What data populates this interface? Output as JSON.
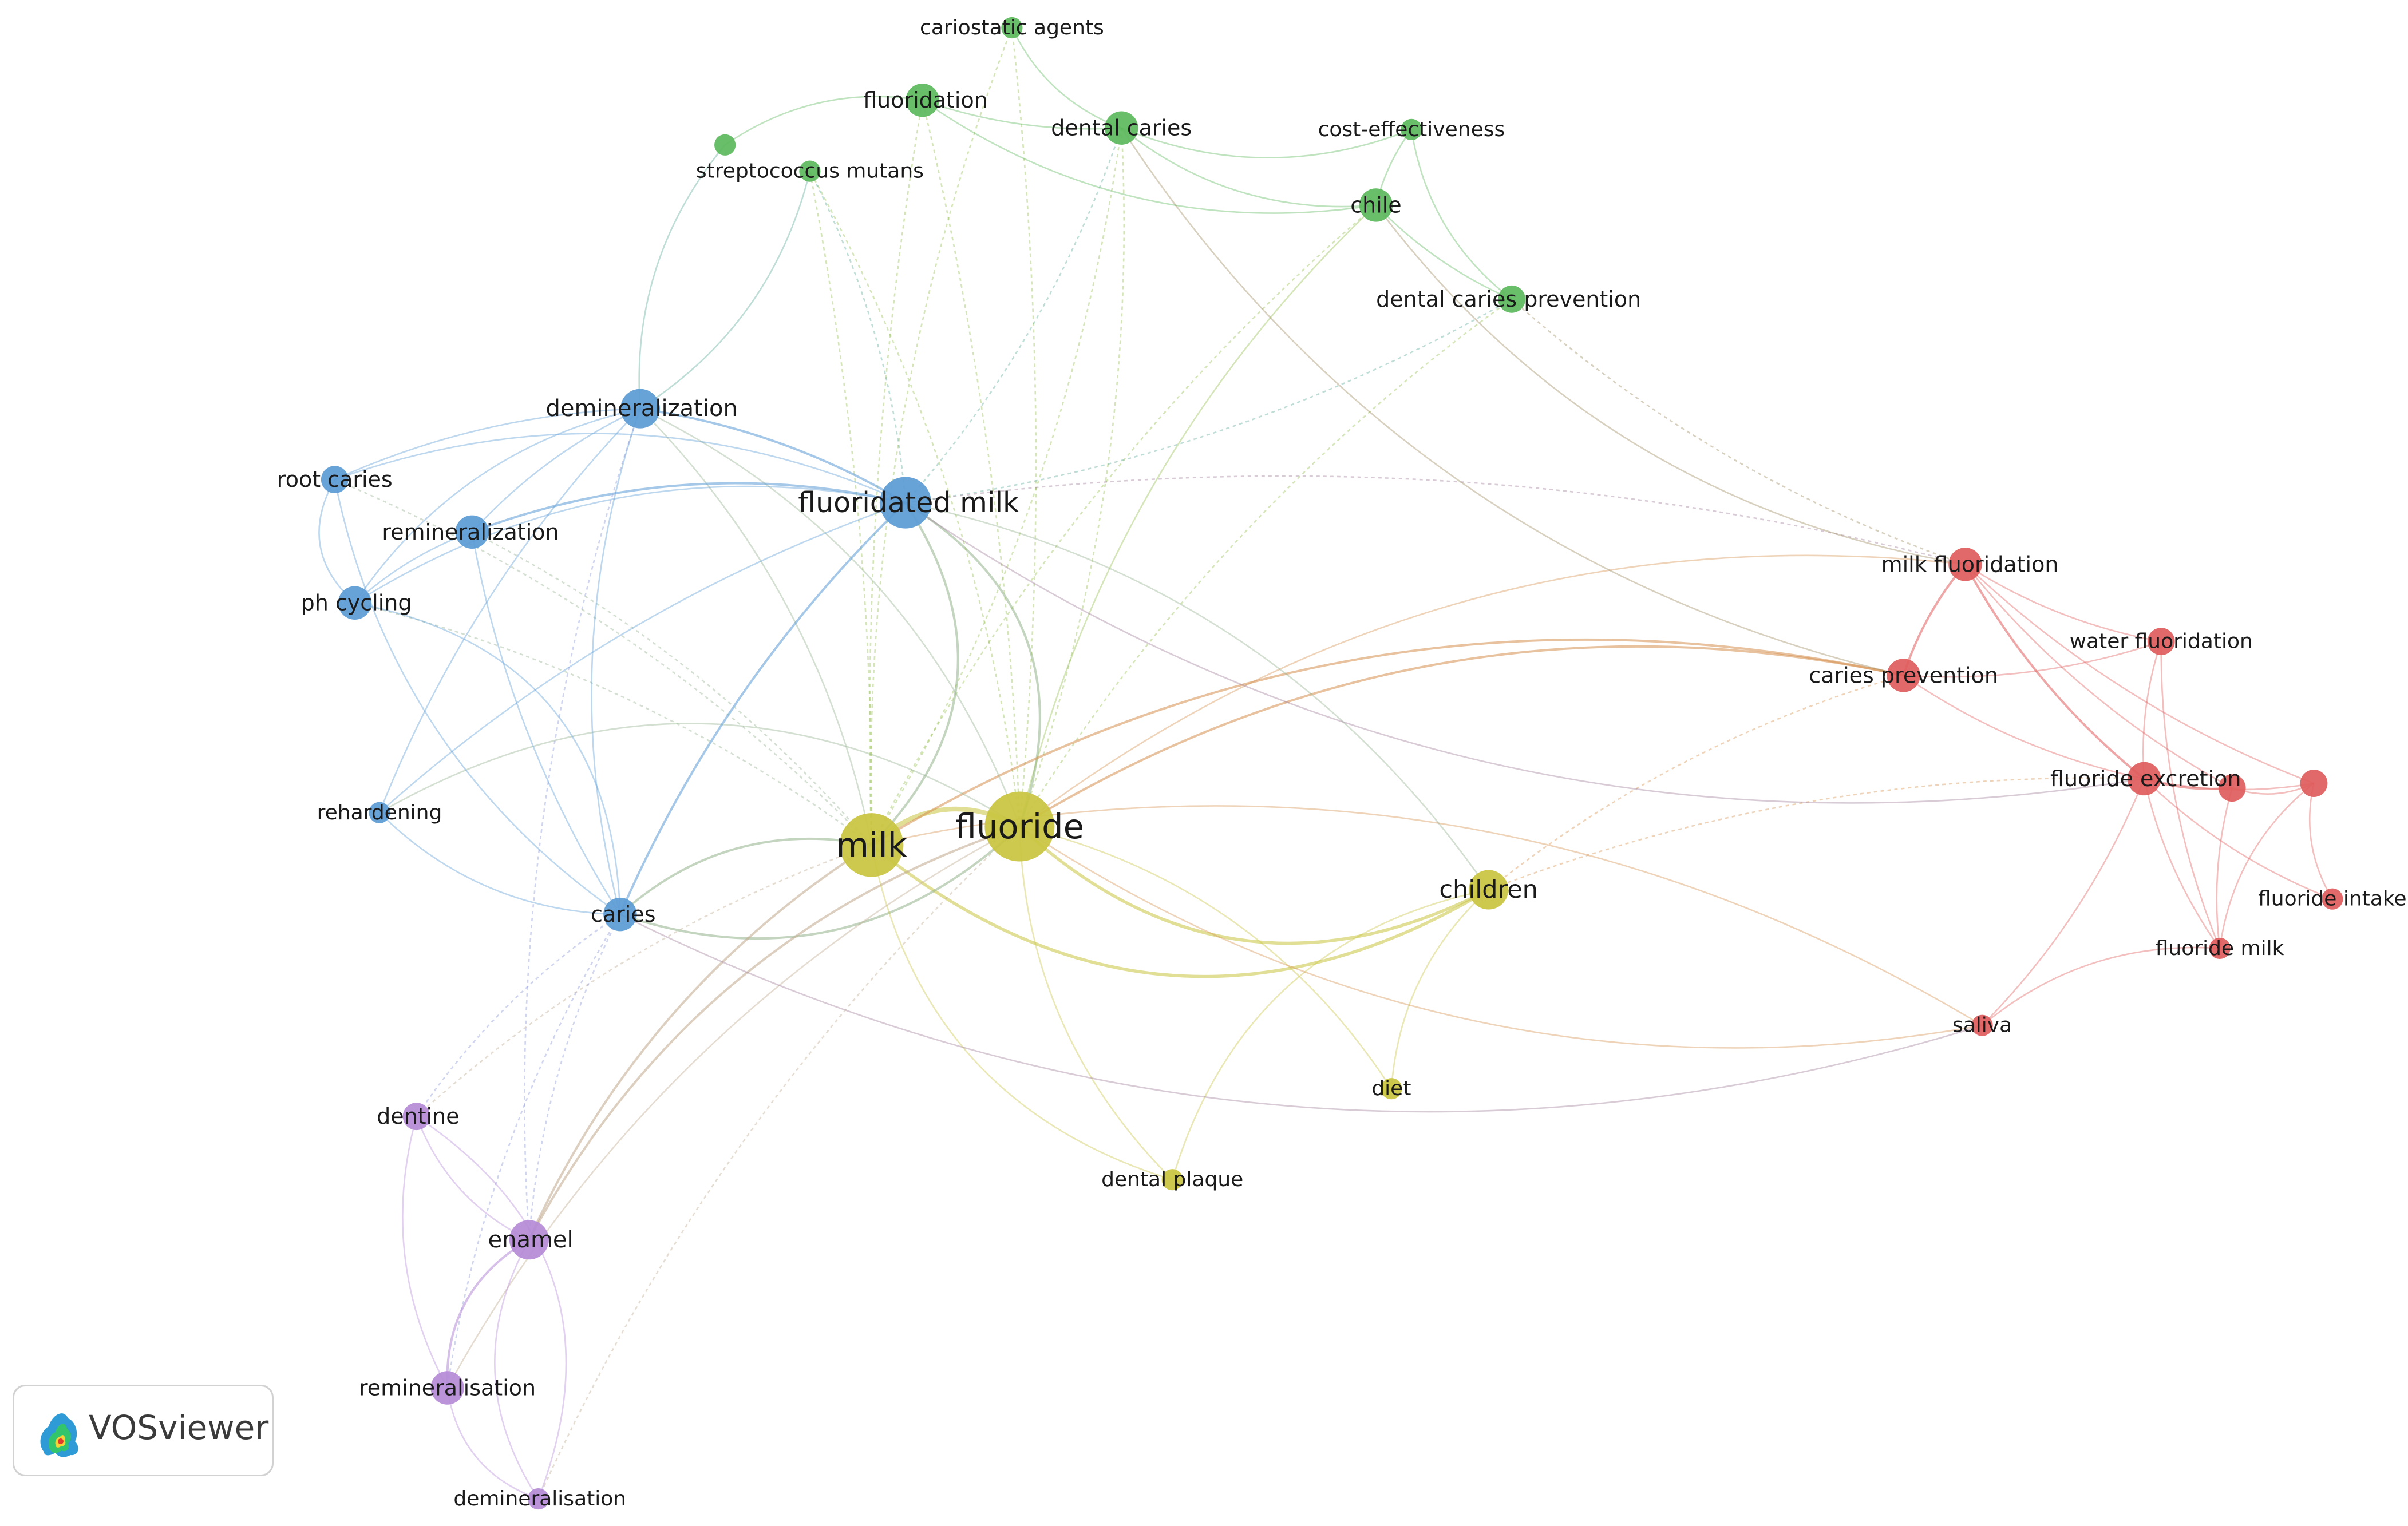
{
  "app": {
    "logo_text": "VOSviewer"
  },
  "colors": {
    "red": "#e05c5c",
    "green": "#5cb85c",
    "blue": "#5b9bd5",
    "yellow": "#c9c440",
    "purple": "#b48ad6"
  },
  "chart_data": {
    "type": "network",
    "clusters": [
      {
        "id": "red",
        "color": "#e05c5c"
      },
      {
        "id": "green",
        "color": "#5cb85c"
      },
      {
        "id": "blue",
        "color": "#5b9bd5"
      },
      {
        "id": "yellow",
        "color": "#c9c440"
      },
      {
        "id": "purple",
        "color": "#b48ad6"
      }
    ],
    "nodes": [
      {
        "id": "fluoride",
        "label": "fluoride",
        "cluster": "yellow",
        "weight": 10
      },
      {
        "id": "milk",
        "label": "milk",
        "cluster": "yellow",
        "weight": 9
      },
      {
        "id": "children",
        "label": "children",
        "cluster": "yellow",
        "weight": 5
      },
      {
        "id": "diet",
        "label": "diet",
        "cluster": "yellow",
        "weight": 2
      },
      {
        "id": "dental_plaque",
        "label": "dental plaque",
        "cluster": "yellow",
        "weight": 2
      },
      {
        "id": "fluoridated_milk",
        "label": "fluoridated milk",
        "cluster": "blue",
        "weight": 7
      },
      {
        "id": "demineralization",
        "label": "demineralization",
        "cluster": "blue",
        "weight": 5
      },
      {
        "id": "root_caries",
        "label": "root caries",
        "cluster": "blue",
        "weight": 3
      },
      {
        "id": "remineralization",
        "label": "remineralization",
        "cluster": "blue",
        "weight": 4
      },
      {
        "id": "ph_cycling",
        "label": "ph cycling",
        "cluster": "blue",
        "weight": 4
      },
      {
        "id": "rehardening",
        "label": "rehardening",
        "cluster": "blue",
        "weight": 2
      },
      {
        "id": "caries",
        "label": "caries",
        "cluster": "blue",
        "weight": 4
      },
      {
        "id": "cariostatic_agents",
        "label": "cariostatic agents",
        "cluster": "green",
        "weight": 2
      },
      {
        "id": "fluoridation",
        "label": "fluoridation",
        "cluster": "green",
        "weight": 4
      },
      {
        "id": "dental_caries",
        "label": "dental caries",
        "cluster": "green",
        "weight": 4
      },
      {
        "id": "strep",
        "label": "streptococcus mutans",
        "cluster": "green",
        "weight": 2
      },
      {
        "id": "strep_dot",
        "label": "",
        "cluster": "green",
        "weight": 2
      },
      {
        "id": "cost_eff",
        "label": "cost-effectiveness",
        "cluster": "green",
        "weight": 2
      },
      {
        "id": "chile",
        "label": "chile",
        "cluster": "green",
        "weight": 4
      },
      {
        "id": "dcp",
        "label": "dental caries prevention",
        "cluster": "green",
        "weight": 3
      },
      {
        "id": "milk_fluoridation",
        "label": "milk fluoridation",
        "cluster": "red",
        "weight": 4
      },
      {
        "id": "water_fluoridation",
        "label": "water fluoridation",
        "cluster": "red",
        "weight": 3
      },
      {
        "id": "caries_prevention",
        "label": "caries prevention",
        "cluster": "red",
        "weight": 4
      },
      {
        "id": "fluoride_excretion",
        "label": "fluoride excretion",
        "cluster": "red",
        "weight": 4
      },
      {
        "id": "red_a",
        "label": "",
        "cluster": "red",
        "weight": 3
      },
      {
        "id": "red_b",
        "label": "",
        "cluster": "red",
        "weight": 3
      },
      {
        "id": "fluoride_intake",
        "label": "fluoride intake",
        "cluster": "red",
        "weight": 2
      },
      {
        "id": "fluoride_milk",
        "label": "fluoride milk",
        "cluster": "red",
        "weight": 2
      },
      {
        "id": "saliva",
        "label": "saliva",
        "cluster": "red",
        "weight": 2
      },
      {
        "id": "dentine",
        "label": "dentine",
        "cluster": "purple",
        "weight": 3
      },
      {
        "id": "enamel",
        "label": "enamel",
        "cluster": "purple",
        "weight": 5
      },
      {
        "id": "remineralisation",
        "label": "remineralisation",
        "cluster": "purple",
        "weight": 4
      },
      {
        "id": "demineralisation",
        "label": "demineralisation",
        "cluster": "purple",
        "weight": 2
      }
    ]
  }
}
